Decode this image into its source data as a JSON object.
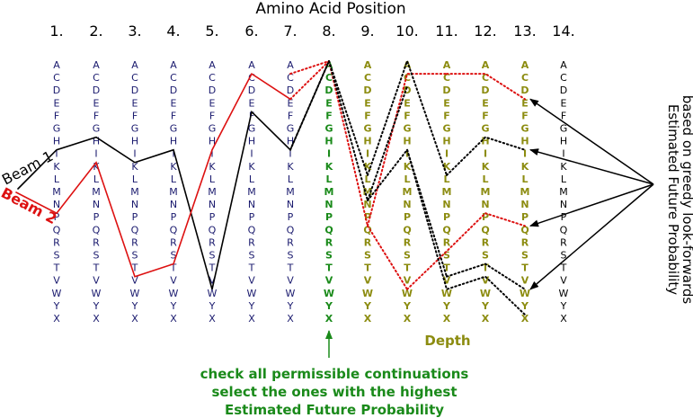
{
  "title": "Amino Acid Position",
  "positions": [
    "1.",
    "2.",
    "3.",
    "4.",
    "5.",
    "6.",
    "7.",
    "8.",
    "9.",
    "10.",
    "11.",
    "12.",
    "13.",
    "14."
  ],
  "alphabet": [
    "A",
    "C",
    "D",
    "E",
    "F",
    "G",
    "H",
    "I",
    "K",
    "L",
    "M",
    "N",
    "P",
    "Q",
    "R",
    "S",
    "T",
    "V",
    "W",
    "Y",
    "X"
  ],
  "beam1_label": "Beam 1",
  "beam2_label": "Beam 2",
  "depth_label": "Depth",
  "right_label_line1": "Estimated Future Probability",
  "right_label_line2": "based on greedy look-forwards",
  "caption_line1": "check all permissible continuations",
  "caption_line2": "select the ones with the highest",
  "caption_line3": "Estimated Future Probability",
  "colors": {
    "navy": "#1a1a6e",
    "green": "#1a8a1a",
    "olive": "#8c8c10",
    "black": "#000000",
    "red": "#dd1111"
  },
  "beam1_path": [
    "I",
    "H",
    "K",
    "I",
    "W",
    "F",
    "I",
    "A"
  ],
  "beam2_path": [
    "P",
    "K",
    "V",
    "T",
    "I",
    "C",
    "E"
  ],
  "red_dotted": [
    [
      "E",
      "A"
    ],
    [
      "E",
      "P"
    ],
    [
      "C",
      "S"
    ],
    [
      "C",
      "W"
    ],
    [
      "C",
      "Q"
    ],
    [
      "A",
      "K"
    ],
    [
      "C",
      "A"
    ],
    [
      "E",
      "A"
    ],
    [
      "A",
      "C"
    ]
  ],
  "black_dotted": [
    [
      "A",
      "I"
    ],
    [
      "A",
      "L"
    ],
    [
      "C",
      "H"
    ],
    [
      "H",
      "W"
    ],
    [
      "A",
      "D"
    ],
    [
      "K",
      "L"
    ],
    [
      "K",
      "V"
    ],
    [
      "K",
      "W"
    ],
    [
      "V",
      "X"
    ]
  ]
}
